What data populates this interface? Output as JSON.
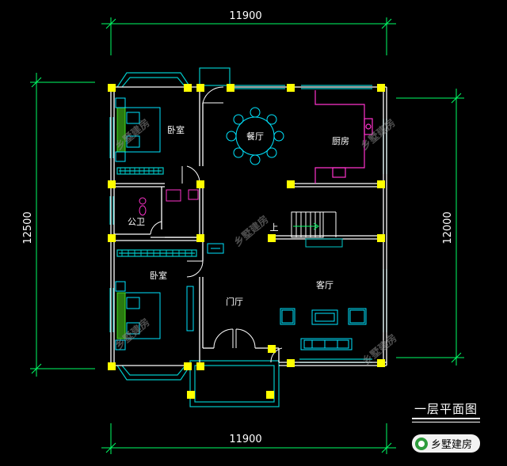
{
  "dimensions": {
    "top_width": "11900",
    "bottom_width": "11900",
    "left_height": "12500",
    "right_height": "12000"
  },
  "rooms": {
    "bedroom_upper": "卧室",
    "dining": "餐厅",
    "kitchen": "厨房",
    "public_wc": "公卫",
    "bedroom_lower": "卧室",
    "foyer": "门厅",
    "living": "客厅",
    "stair_up": "上"
  },
  "title": "一层平面图",
  "watermark": "乡墅建房",
  "brand": "乡墅建房",
  "colors": {
    "wall": "#ffffff",
    "column": "#ffff00",
    "window": "#00c8c8",
    "furniture": "#00e5ff",
    "kitchen": "#ff33cc",
    "dim_line": "#00ff66",
    "bed_accent": "#44dd22",
    "stair_arrow": "#00ff66"
  }
}
